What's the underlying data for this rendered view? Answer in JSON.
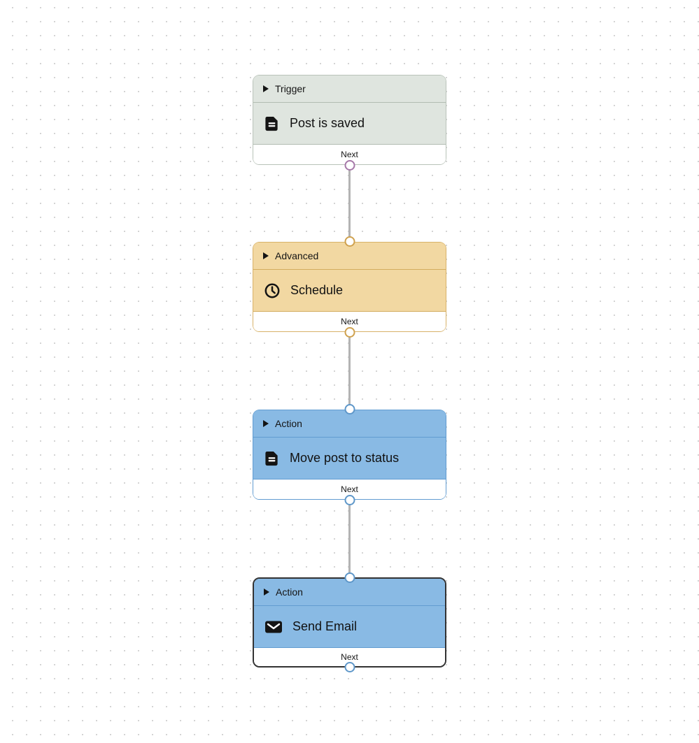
{
  "canvas": {
    "background_color": "#ffffff",
    "dot_color": "#d4d4d4",
    "connector_color": "#b4b4b4"
  },
  "nodes": [
    {
      "category": "Trigger",
      "title": "Post is saved",
      "icon": "document-icon",
      "footer_label": "Next",
      "selected": false,
      "colors": {
        "background": "#dfe5df",
        "border": "#b9c3b9",
        "port": "#a678a8"
      }
    },
    {
      "category": "Advanced",
      "title": "Schedule",
      "icon": "clock-icon",
      "footer_label": "Next",
      "selected": false,
      "colors": {
        "background": "#f2d8a2",
        "border": "#d8b268",
        "port": "#cfa14e"
      }
    },
    {
      "category": "Action",
      "title": "Move post to status",
      "icon": "document-icon",
      "footer_label": "Next",
      "selected": false,
      "colors": {
        "background": "#89bae4",
        "border": "#619cd1",
        "port": "#5e97c9"
      }
    },
    {
      "category": "Action",
      "title": "Send Email",
      "icon": "envelope-icon",
      "footer_label": "Next",
      "selected": true,
      "colors": {
        "background": "#89bae4",
        "border": "#333333",
        "port": "#5e97c9"
      }
    }
  ]
}
